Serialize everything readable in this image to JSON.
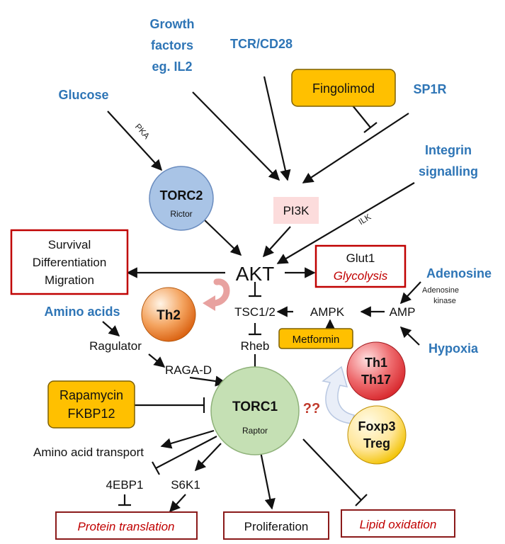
{
  "inputs": {
    "growth_factors": [
      "Growth",
      "factors",
      "eg. IL2"
    ],
    "tcr": "TCR/CD28",
    "glucose": "Glucose",
    "sp1r": "SP1R",
    "integrin": [
      "Integrin",
      "signalling"
    ],
    "adenosine": "Adenosine",
    "amino_acids": "Amino acids",
    "hypoxia": "Hypoxia"
  },
  "drugs": {
    "fingolimod": "Fingolimod",
    "metformin": "Metformin",
    "rapamycin": [
      "Rapamycin",
      "FKBP12"
    ]
  },
  "nodes": {
    "torc2": "TORC2",
    "rictor": "Rictor",
    "pi3k": "PI3K",
    "akt": "AKT",
    "tsc": "TSC1/2",
    "rheb": "Rheb",
    "ampk": "AMPK",
    "amp": "AMP",
    "ragulator": "Ragulator",
    "raga": "RAGA-D",
    "torc1": "TORC1",
    "raptor": "Raptor",
    "amino_transport": "Amino acid transport",
    "ebp1": "4EBP1",
    "s6k1": "S6K1"
  },
  "edge_labels": {
    "pka": "PKA",
    "ilk": "ILK",
    "adenosine_kinase": [
      "Adenosine",
      "kinase"
    ],
    "unknown": "??"
  },
  "cells": {
    "th2": "Th2",
    "th1": [
      "Th1",
      "Th17"
    ],
    "treg": [
      "Foxp3",
      "Treg"
    ]
  },
  "outputs": {
    "survival": [
      "Survival",
      "Differentiation",
      "Migration"
    ],
    "glut1": "Glut1",
    "glycolysis": "Glycolysis",
    "protein_translation": "Protein translation",
    "proliferation": "Proliferation",
    "lipid_oxidation": "Lipid oxidation"
  },
  "colors": {
    "input_text": "#2e75b6",
    "drug_fill": "#ffc000",
    "output_border": "#c00000",
    "torc2_fill": "#a9c4e6",
    "torc1_fill": "#c5e0b4",
    "pi3k_fill": "#fcdcdc",
    "th2_fill": "#e46c0a",
    "th1_fill": "#e0383e",
    "treg_fill": "#ffd966"
  }
}
